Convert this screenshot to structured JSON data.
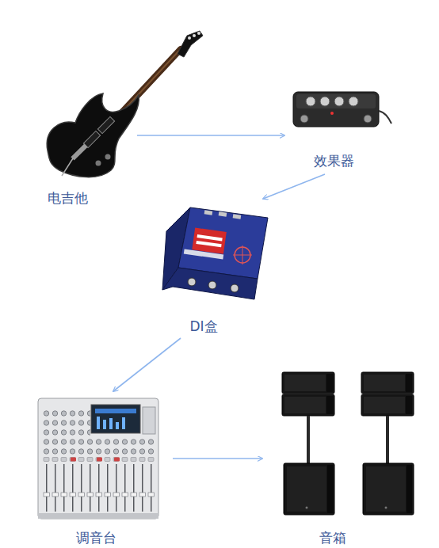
{
  "diagram": {
    "nodes": [
      {
        "text": [
          "电吉他"
        ]
      },
      {
        "text": [
          "效果器"
        ]
      },
      {
        "text": [
          "DI盒"
        ]
      },
      {
        "text": [
          "调音台"
        ]
      },
      {
        "text": [
          "音箱"
        ]
      }
    ],
    "edges": [
      {
        "from": 0,
        "to": 1,
        "arrow": "to"
      },
      {
        "from": 1,
        "to": 2,
        "arrow": "to"
      },
      {
        "from": 2,
        "to": 3,
        "arrow": "to"
      },
      {
        "from": 3,
        "to": 4,
        "arrow": "to"
      }
    ]
  }
}
